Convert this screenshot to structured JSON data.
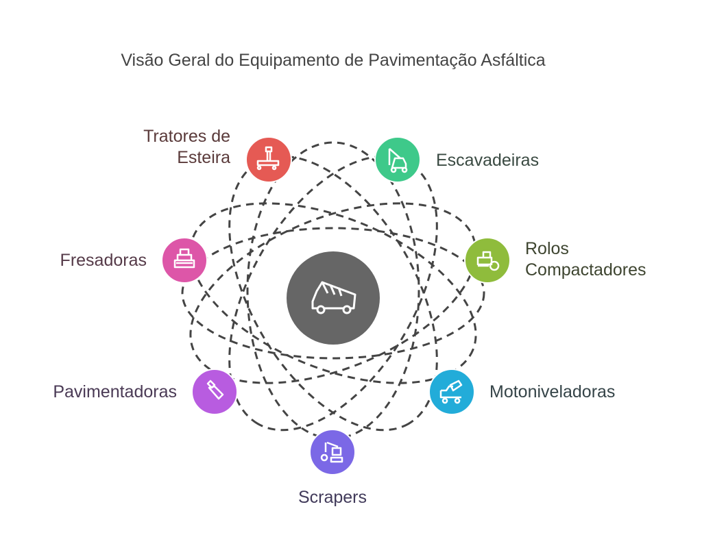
{
  "title": "Visão Geral do Equipamento de Pavimentação Asfáltica",
  "center": {
    "icon": "dump-truck-icon",
    "color": "#666666"
  },
  "nodes": [
    {
      "label": "Tratores de Esteira",
      "lines": [
        "Tratores de",
        "Esteira"
      ],
      "icon": "drilling-rig-icon",
      "color": "#e55a54",
      "text_color": "#5a3a3a"
    },
    {
      "label": "Escavadeiras",
      "lines": [
        "Escavadeiras"
      ],
      "icon": "crane-truck-icon",
      "color": "#3ec98a",
      "text_color": "#3a4a42"
    },
    {
      "label": "Rolos Compactadores",
      "lines": [
        "Rolos",
        "Compactadores"
      ],
      "icon": "road-roller-icon",
      "color": "#8fbc3c",
      "text_color": "#3e4530"
    },
    {
      "label": "Motoniveladoras",
      "lines": [
        "Motoniveladoras"
      ],
      "icon": "concrete-mixer-icon",
      "color": "#22acd9",
      "text_color": "#354448"
    },
    {
      "label": "Scrapers",
      "lines": [
        "Scrapers"
      ],
      "icon": "wrecking-crane-icon",
      "color": "#7b68e6",
      "text_color": "#413a5a"
    },
    {
      "label": "Pavimentadoras",
      "lines": [
        "Pavimentadoras"
      ],
      "icon": "hammer-tool-icon",
      "color": "#b85ce0",
      "text_color": "#4a3a55"
    },
    {
      "label": "Fresadoras",
      "lines": [
        "Fresadoras"
      ],
      "icon": "milling-machine-icon",
      "color": "#dd56a8",
      "text_color": "#553a48"
    }
  ]
}
